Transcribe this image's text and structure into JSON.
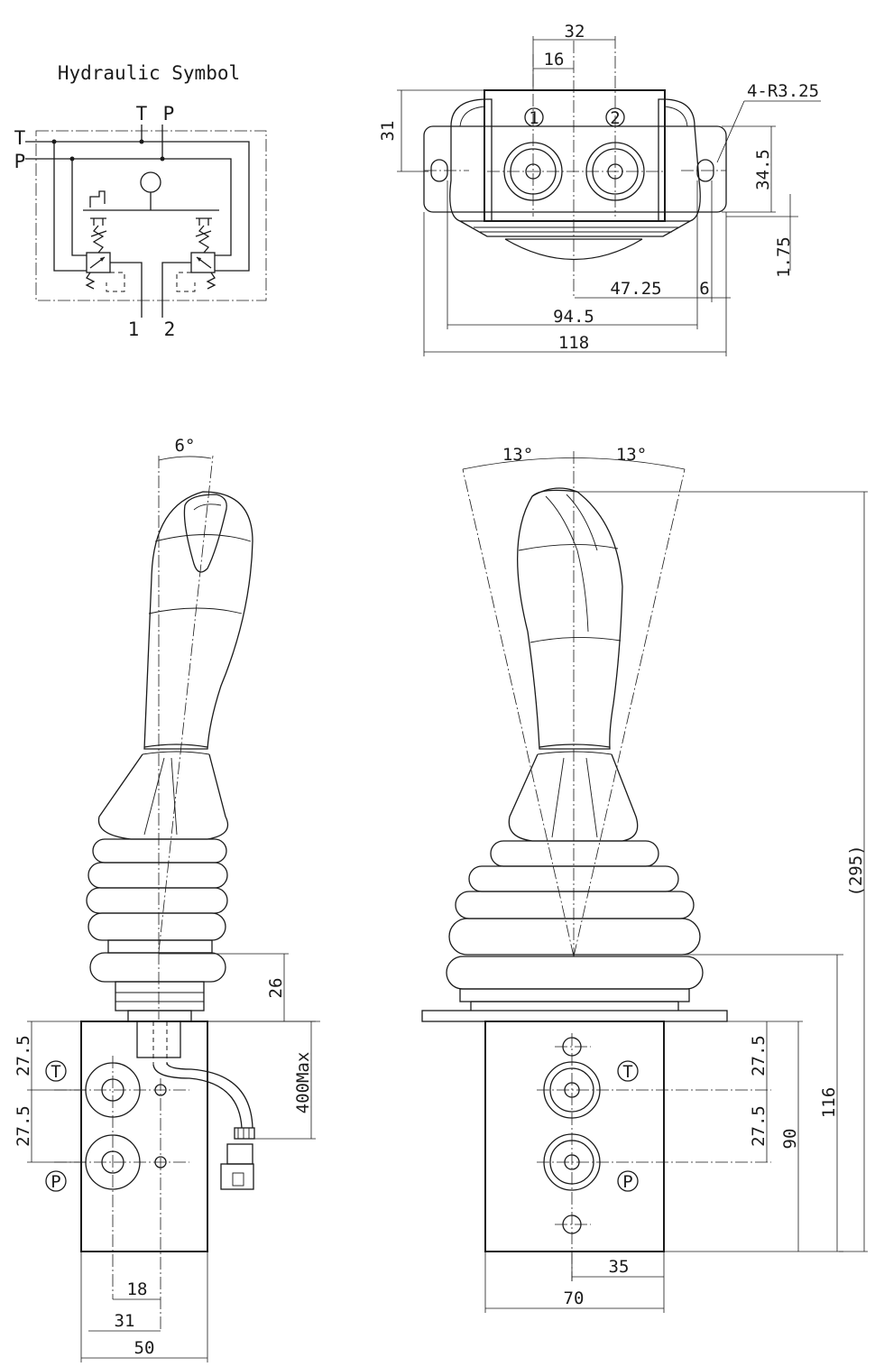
{
  "symbol": {
    "title": "Hydraulic Symbol",
    "port_T": "T",
    "port_P": "P",
    "port_T_top": "T",
    "port_P_top": "P",
    "port_1": "1",
    "port_2": "2"
  },
  "top_view": {
    "dim_32": "32",
    "dim_16": "16",
    "dim_31": "31",
    "hole_note": "4-R3.25",
    "dim_34_5": "34.5",
    "dim_1_75": "1.75",
    "dim_47_25": "47.25",
    "dim_6": "6",
    "dim_94_5": "94.5",
    "dim_118": "118",
    "port_label_1": "1",
    "port_label_2": "2"
  },
  "side_view": {
    "angle": "6°",
    "dim_26": "26",
    "cable_length": "400Max",
    "dim_27_5_upper": "27.5",
    "dim_27_5_lower": "27.5",
    "port_T": "T",
    "port_P": "P",
    "dim_18": "18",
    "dim_31": "31",
    "dim_50": "50"
  },
  "front_view": {
    "angle_left": "13°",
    "angle_right": "13°",
    "dim_295": "(295)",
    "dim_27_5_upper": "27.5",
    "dim_27_5_lower": "27.5",
    "dim_90": "90",
    "dim_116": "116",
    "port_T": "T",
    "port_P": "P",
    "dim_35": "35",
    "dim_70": "70"
  }
}
